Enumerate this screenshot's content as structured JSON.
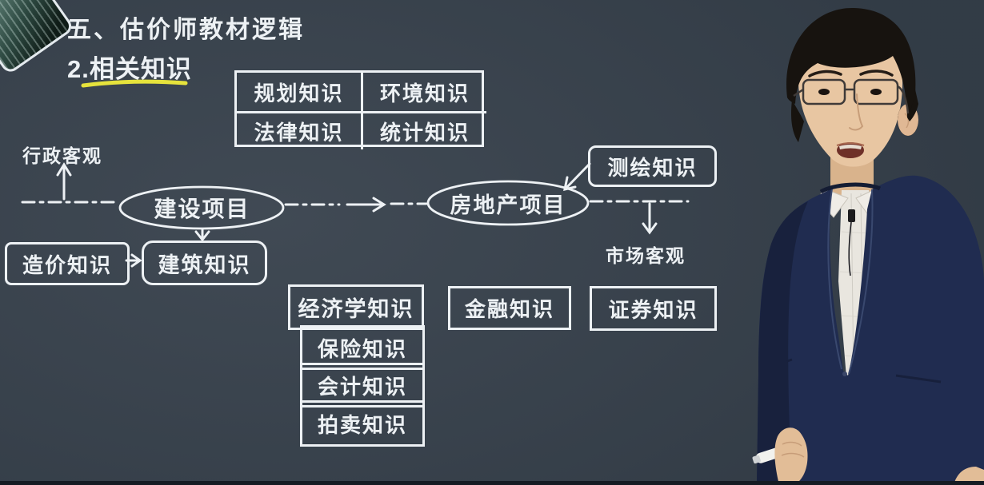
{
  "slide": {
    "heading": "五、估价师教材逻辑",
    "subheading": "2.相关知识",
    "table": [
      [
        "规划知识",
        "环境知识"
      ],
      [
        "法律知识",
        "统计知识"
      ]
    ],
    "axis_labels": {
      "admin": "行政客观",
      "market": "市场客观"
    },
    "ellipses": {
      "construction": "建设项目",
      "real_estate": "房地产项目"
    },
    "boxes": {
      "surveying": "测绘知识",
      "cost": "造价知识",
      "building": "建筑知识",
      "economics": "经济学知识",
      "finance": "金融知识",
      "securities": "证券知识"
    },
    "stack": [
      "保险知识",
      "会计知识",
      "拍卖知识"
    ]
  },
  "colors": {
    "background": "#36404b",
    "line": "#edf1f4",
    "underline_yellow": "#e6e33c",
    "suit_navy": "#202c50",
    "bottom_bar": "#151b23"
  }
}
